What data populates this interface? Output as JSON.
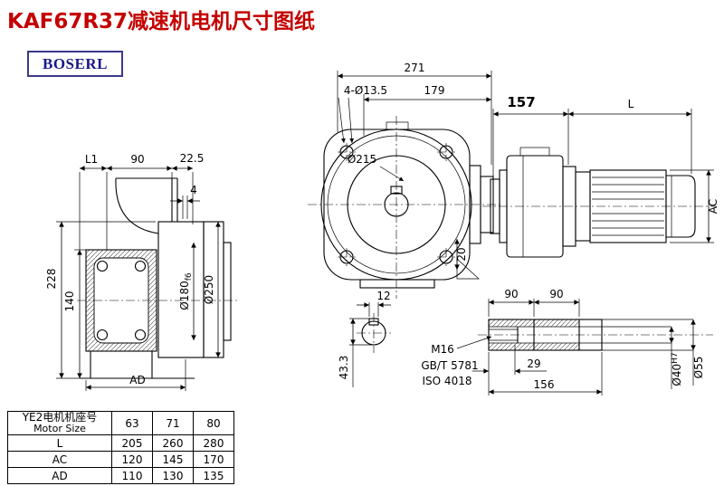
{
  "page": {
    "title": "KAF67R37减速机电机尺寸图纸",
    "logo": "BOSERL"
  },
  "colors": {
    "title": "#c40000",
    "logo_text": "#18188a"
  },
  "front_view": {
    "dim_width_total": "271",
    "dim_width_flange": "179",
    "dim_bolt_holes": "4-Ø13.5",
    "dim_flange_circle": "Ø215",
    "dim_depth": "20"
  },
  "side_view": {
    "dim_157": "157",
    "dim_length": "L",
    "dim_height": "AC"
  },
  "left_view": {
    "dim_l1": "L1",
    "dim_90": "90",
    "dim_22_5": "22.5",
    "dim_4": "4",
    "dim_228": "228",
    "dim_140": "140",
    "dim_ad": "AD",
    "dim_d180": "Ø180",
    "dim_d180_tol": "f6",
    "dim_d250": "Ø250"
  },
  "key_section": {
    "dim_12": "12",
    "dim_43_3": "43.3"
  },
  "shaft_detail": {
    "dim_90_left": "90",
    "dim_90_right": "90",
    "thread_label": "M16",
    "standard_1": "GB/T 5781",
    "standard_2": "ISO 4018",
    "dim_29": "29",
    "dim_156": "156",
    "dim_d40": "Ø40",
    "dim_d40_tol": "H7",
    "dim_d55": "Ø55"
  },
  "table": {
    "header": {
      "cn": "YE2电机机座号",
      "en": "Motor Size",
      "sizes": [
        "63",
        "71",
        "80"
      ]
    },
    "rows": [
      {
        "label": "L",
        "values": [
          "205",
          "260",
          "280"
        ]
      },
      {
        "label": "AC",
        "values": [
          "120",
          "145",
          "170"
        ]
      },
      {
        "label": "AD",
        "values": [
          "110",
          "130",
          "135"
        ]
      }
    ]
  }
}
